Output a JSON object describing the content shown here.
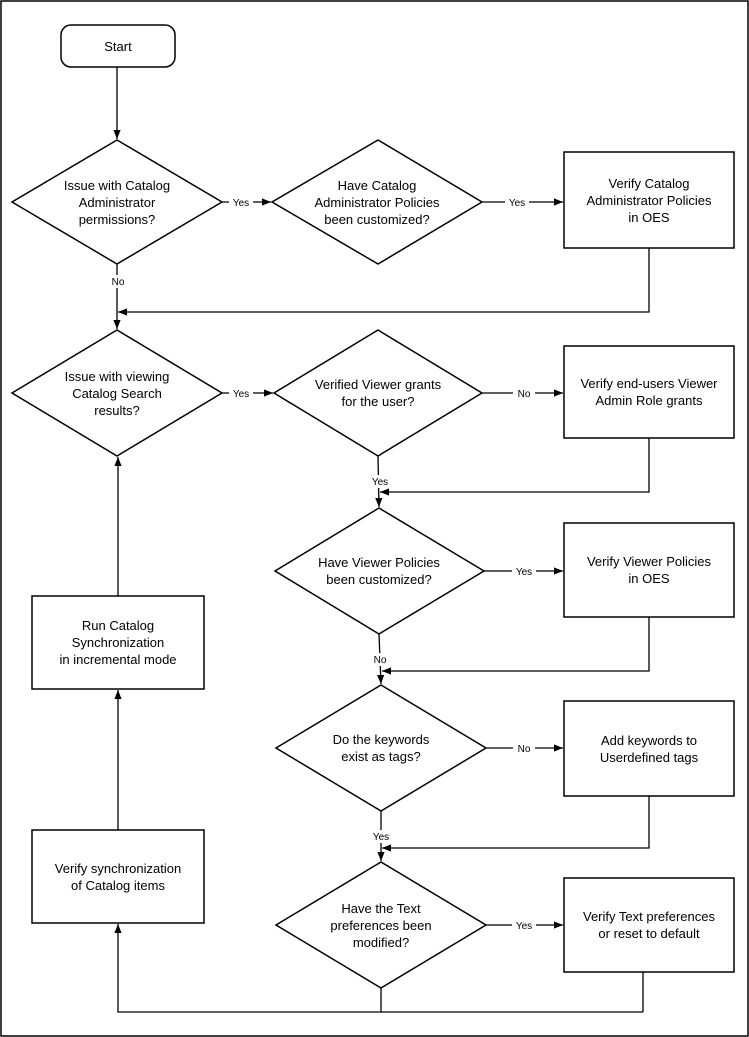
{
  "nodes": {
    "start": "Start",
    "q_admin_perm": "Issue with Catalog\nAdministrator\npermissions?",
    "q_admin_custom": "Have Catalog\nAdministrator Policies\nbeen customized?",
    "a_verify_admin": "Verify Catalog\nAdministrator Policies\nin OES",
    "q_viewing": "Issue with viewing\nCatalog Search\nresults?",
    "q_viewer_grants": "Verified Viewer grants\nfor the user?",
    "a_viewer_grants": "Verify end-users Viewer\nAdmin Role grants",
    "q_viewer_custom": "Have Viewer Policies\nbeen customized?",
    "a_viewer_policies": "Verify Viewer Policies\nin OES",
    "q_keywords": "Do the keywords\nexist as tags?",
    "a_keywords": "Add keywords to\nUserdefined tags",
    "q_text_prefs": "Have the Text\npreferences been\nmodified?",
    "a_text_prefs": "Verify Text preferences\nor reset to default",
    "a_verify_sync": "Verify synchronization\nof Catalog items",
    "a_run_sync": "Run Catalog\nSynchronization\nin incremental mode"
  },
  "edge_labels": {
    "yes": "Yes",
    "no": "No"
  },
  "colors": {
    "stroke": "#000000",
    "fill": "#ffffff"
  }
}
